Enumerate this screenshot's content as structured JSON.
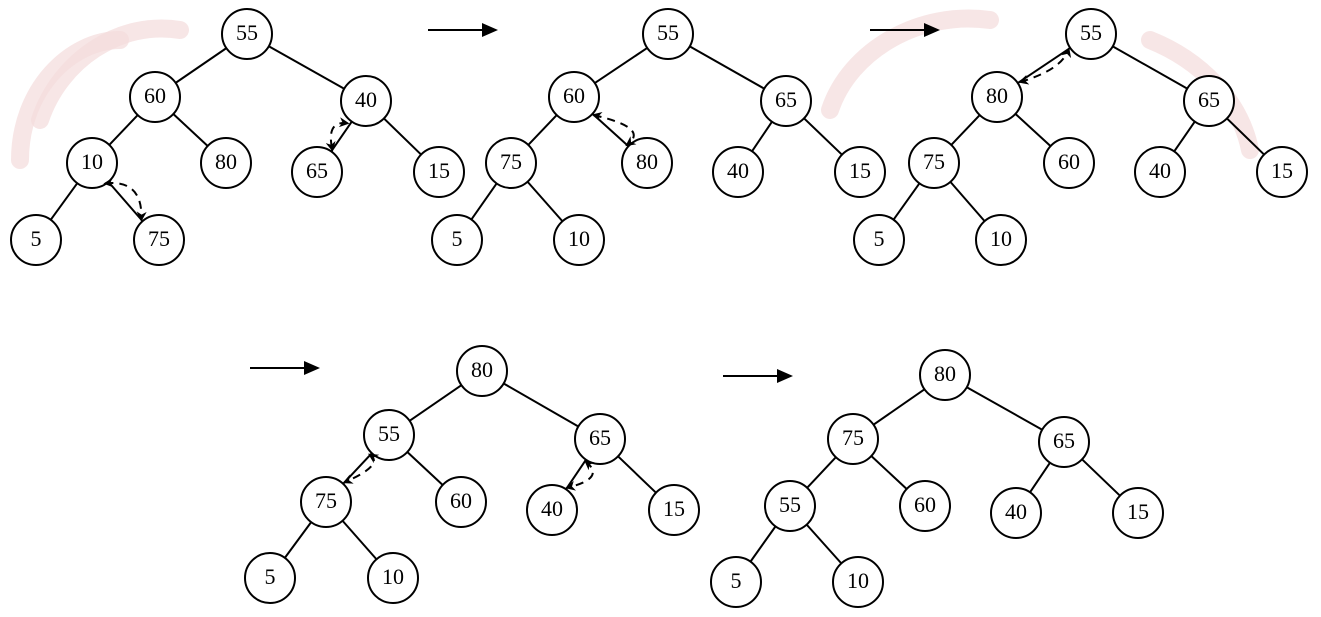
{
  "accent_color": "#000000",
  "watermark_color": "#f3dcdc",
  "trees": [
    {
      "id": "tree-1",
      "nodes": [
        "55",
        "60",
        "40",
        "10",
        "80",
        "65",
        "15",
        "5",
        "75"
      ],
      "swaps": [
        [
          3,
          8
        ],
        [
          2,
          5
        ]
      ]
    },
    {
      "id": "tree-2",
      "nodes": [
        "55",
        "60",
        "65",
        "75",
        "80",
        "40",
        "15",
        "5",
        "10"
      ],
      "swaps": [
        [
          1,
          4
        ]
      ]
    },
    {
      "id": "tree-3",
      "nodes": [
        "55",
        "80",
        "65",
        "75",
        "60",
        "40",
        "15",
        "5",
        "10"
      ],
      "swaps": [
        [
          1,
          0
        ]
      ]
    },
    {
      "id": "tree-4",
      "nodes": [
        "80",
        "55",
        "65",
        "75",
        "60",
        "40",
        "15",
        "5",
        "10"
      ],
      "swaps": [
        [
          1,
          3
        ],
        [
          2,
          5
        ]
      ]
    },
    {
      "id": "tree-5",
      "nodes": [
        "80",
        "75",
        "65",
        "55",
        "60",
        "40",
        "15",
        "5",
        "10"
      ],
      "swaps": []
    }
  ]
}
